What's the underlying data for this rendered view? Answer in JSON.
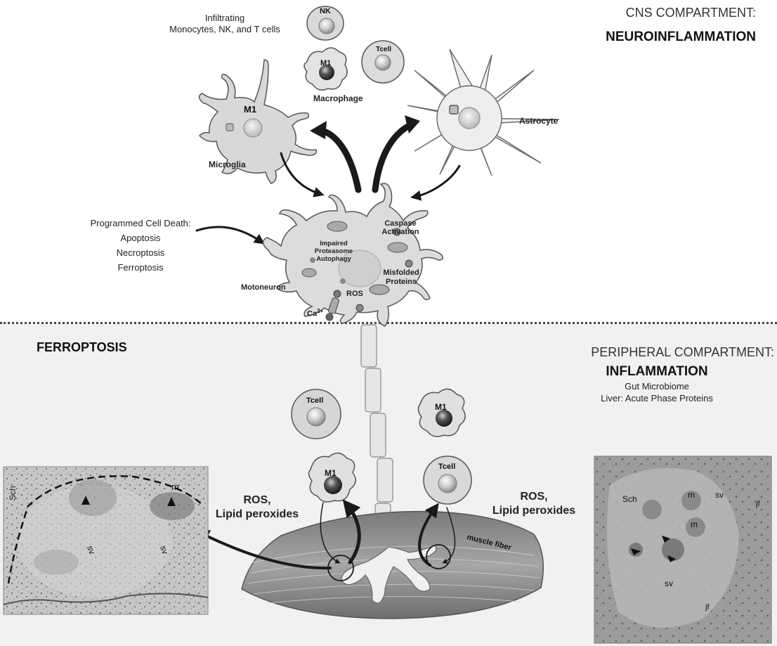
{
  "cns": {
    "title": "CNS COMPARTMENT:",
    "subtitle": "NEUROINFLAMMATION",
    "infiltrating_line1": "Infiltrating",
    "infiltrating_line2": "Monocytes, NK, and T cells",
    "nk_label": "NK",
    "tcell_label": "Tcell",
    "m1_label": "M1",
    "macrophage_label": "Macrophage",
    "microglia_label": "Microglia",
    "microglia_m1": "M1",
    "astrocyte_label": "Astrocyte"
  },
  "death": {
    "line1": "Programmed Cell Death:",
    "line2": "Apoptosis",
    "line3": "Necroptosis",
    "line4": "Ferroptosis"
  },
  "motoneuron": {
    "label": "Motoneuron",
    "caspase1": "Caspase",
    "caspase2": "Activation",
    "impaired1": "Impaired",
    "impaired2": "Proteasome",
    "impaired3": "Autophagy",
    "misfolded1": "Misfolded",
    "misfolded2": "Proteins",
    "ros": "ROS",
    "ca": "Ca",
    "ca_sup": "2+"
  },
  "peripheral": {
    "title": "PERIPHERAL COMPARTMENT:",
    "subtitle": "INFLAMMATION",
    "line1": "Gut Microbiome",
    "line2": "Liver: Acute Phase Proteins",
    "tcell_label": "Tcell",
    "m1_label": "M1",
    "muscle_label": "muscle fiber"
  },
  "ferroptosis": {
    "title": "FERROPTOSIS",
    "ros_left1": "ROS,",
    "ros_left2": "Lipid peroxides",
    "ros_right1": "ROS,",
    "ros_right2": "Lipid peroxides"
  },
  "micrograph_left": {
    "sch": "Sch",
    "m": "m",
    "sv1": "sv",
    "sv2": "sv"
  },
  "micrograph_right": {
    "sch": "Sch",
    "m1": "m",
    "m2": "m",
    "sv1": "sv",
    "sv2": "sv",
    "jf1": "jf",
    "jf2": "jf"
  }
}
